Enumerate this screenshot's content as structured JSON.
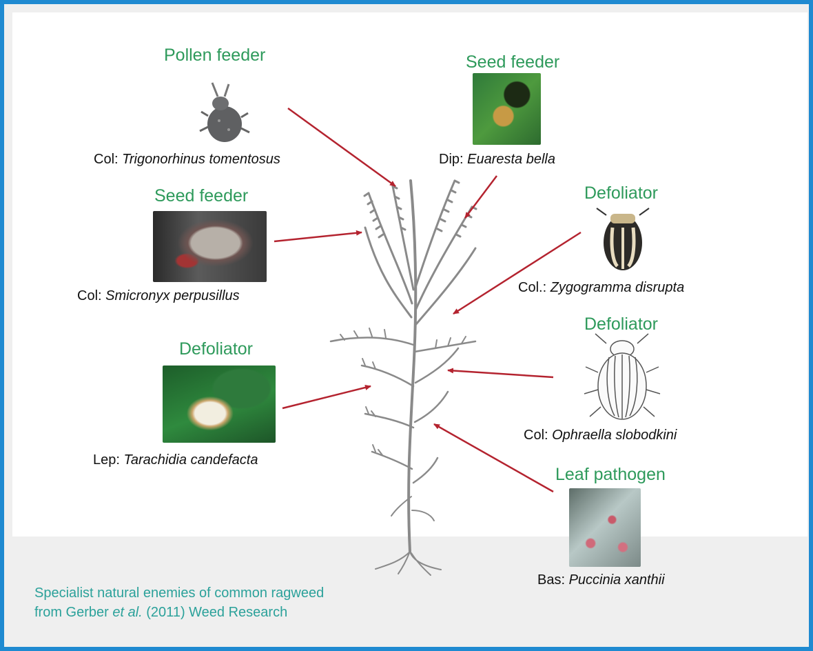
{
  "labels": {
    "pollen_feeder": "Pollen feeder",
    "seed_feeder_top": "Seed feeder",
    "seed_feeder_left": "Seed feeder",
    "defoliator_right_top": "Defoliator",
    "defoliator_left": "Defoliator",
    "defoliator_right_mid": "Defoliator",
    "leaf_pathogen": "Leaf pathogen"
  },
  "species": {
    "trigonorhinus": {
      "prefix": "Col: ",
      "name": "Trigonorhinus tomentosus"
    },
    "euaresta": {
      "prefix": "Dip: ",
      "name": "Euaresta bella"
    },
    "smicronyx": {
      "prefix": "Col: ",
      "name": "Smicronyx perpusillus"
    },
    "zygogramma": {
      "prefix": "Col.: ",
      "name": "Zygogramma disrupta"
    },
    "tarachidia": {
      "prefix": "Lep: ",
      "name": "Tarachidia candefacta"
    },
    "ophraella": {
      "prefix": "Col: ",
      "name": "Ophraella slobodkini"
    },
    "puccinia": {
      "prefix": "Bas: ",
      "name": "Puccinia xanthii"
    }
  },
  "caption": {
    "line1": "Specialist natural enemies of common ragweed",
    "line2_pre": "from Gerber ",
    "line2_italic": "et al.",
    "line2_post": " (2011) Weed Research"
  },
  "colors": {
    "frame": "#1f8ad1",
    "label_green": "#2e9a5b",
    "caption_teal": "#2ba19a",
    "arrow_red": "#b4232f"
  }
}
